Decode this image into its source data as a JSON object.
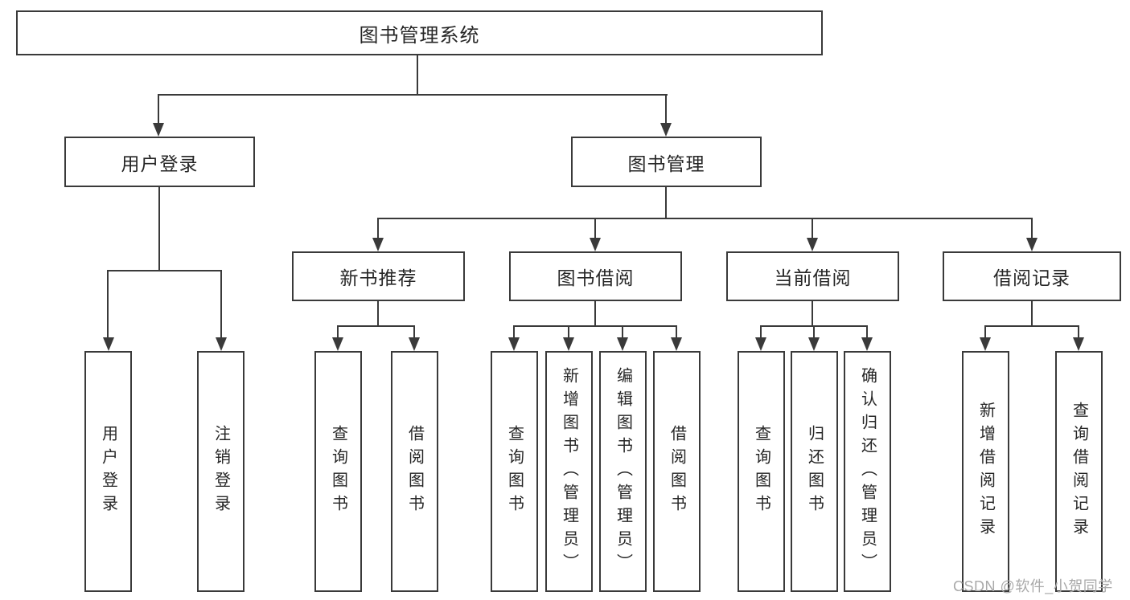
{
  "tree": {
    "label": "图书管理系统",
    "children": [
      {
        "label": "用户登录",
        "children": [
          {
            "label": "用户登录"
          },
          {
            "label": "注销登录"
          }
        ]
      },
      {
        "label": "图书管理",
        "children": [
          {
            "label": "新书推荐",
            "children": [
              {
                "label": "查询图书"
              },
              {
                "label": "借阅图书"
              }
            ]
          },
          {
            "label": "图书借阅",
            "children": [
              {
                "label": "查询图书"
              },
              {
                "label": "新增图书（管理员）"
              },
              {
                "label": "编辑图书（管理员）"
              },
              {
                "label": "借阅图书"
              }
            ]
          },
          {
            "label": "当前借阅",
            "children": [
              {
                "label": "查询图书"
              },
              {
                "label": "归还图书"
              },
              {
                "label": "确认归还（管理员）"
              }
            ]
          },
          {
            "label": "借阅记录",
            "children": [
              {
                "label": "新增借阅记录"
              },
              {
                "label": "查询借阅记录"
              }
            ]
          }
        ]
      }
    ]
  },
  "watermark": "CSDN @软件_小贺同学",
  "colors": {
    "line": "#3a3a3a",
    "box_border": "#3a3a3a",
    "text": "#262626",
    "watermark": "#a9a9a9",
    "background": "#ffffff"
  }
}
